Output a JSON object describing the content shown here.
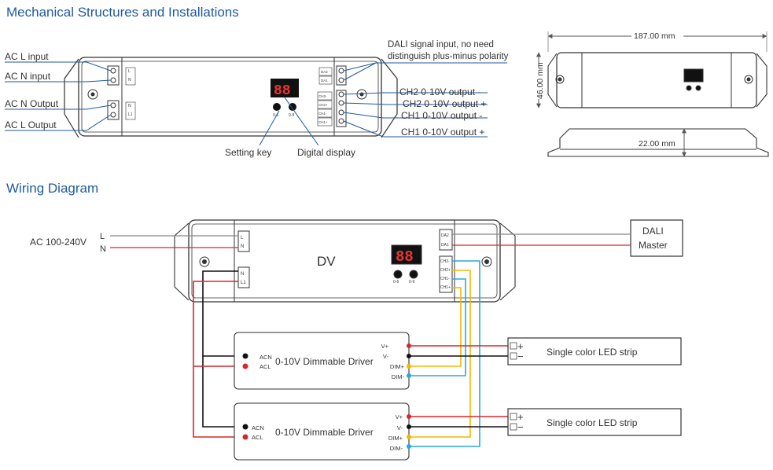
{
  "titles": {
    "mechanical": "Mechanical Structures and Installations",
    "wiring": "Wiring Diagram"
  },
  "mech": {
    "left_labels": [
      "AC L input",
      "AC N input",
      "AC N Output",
      "AC L Output"
    ],
    "dali_note_line1": "DALI signal input, no need",
    "dali_note_line2": "distinguish plus-minus polarity",
    "right_labels": [
      "CH2 0-10V output -",
      "CH2 0-10V output +",
      "CH1 0-10V output -",
      "CH1 0-10V output +"
    ],
    "setting_key": "Setting key",
    "digital_display": "Digital display",
    "btn_left": "0-6",
    "btn_right": "0-9",
    "term_left": [
      "L",
      "N",
      "N",
      "L1"
    ],
    "term_right": [
      "DA2",
      "DA1",
      "CH2-",
      "CH2+",
      "CH1-",
      "CH1+"
    ]
  },
  "dims": {
    "length": "187.00 mm",
    "width": "46.00 mm",
    "height": "22.00 mm"
  },
  "wiring": {
    "ac_label": "AC 100-240V",
    "l": "L",
    "n": "N",
    "device": "DV",
    "dali_line1": "DALI",
    "dali_line2": "Master",
    "driver_title": "0-10V Dimmable Driver",
    "acn": "ACN",
    "acl": "ACL",
    "out_labels": [
      "V+",
      "V-",
      "DIM+",
      "DIM-"
    ],
    "plus": "+",
    "minus": "−",
    "strip_label": "Single color LED strip"
  },
  "colors": {
    "title": "#1f5a9e",
    "line": "#1f5a9e",
    "red": "#d9262d",
    "black": "#111111",
    "yellow": "#f2b800",
    "blue": "#29a8e0",
    "gray": "#888888"
  }
}
